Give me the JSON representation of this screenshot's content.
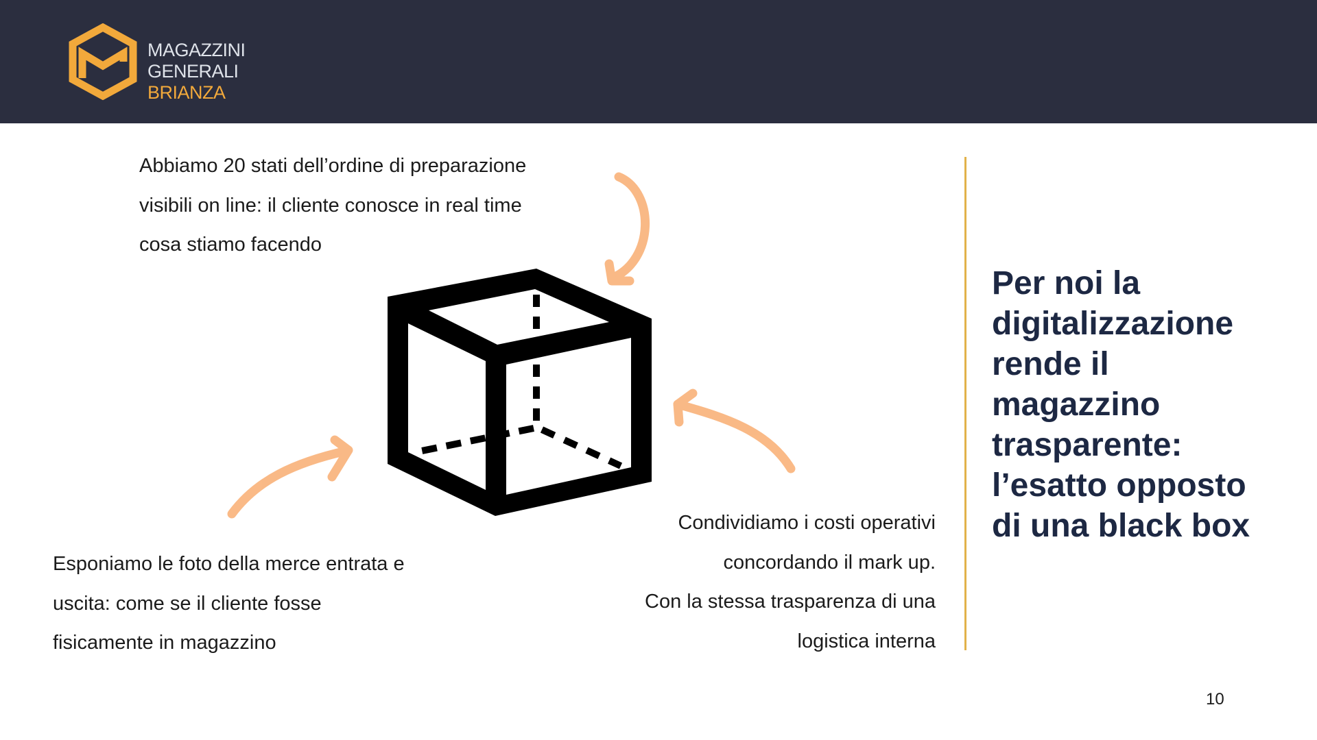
{
  "logo": {
    "line1": "MAGAZZINI",
    "line2": "GENERALI",
    "line3": "BRIANZA"
  },
  "callouts": {
    "top": [
      "Abbiamo 20 stati dell’ordine di preparazione",
      "visibili on line: il cliente conosce in real time",
      "cosa stiamo facendo"
    ],
    "bottom_left": [
      "Esponiamo le foto della merce entrata e",
      "uscita: come se il cliente fosse",
      "fisicamente in magazzino"
    ],
    "bottom_right": [
      "Condividiamo i costi operativi",
      "concordando il mark up.",
      "Con la stessa trasparenza di una",
      "logistica interna"
    ]
  },
  "heading": [
    "Per noi la",
    "digitalizzazione",
    "rende il",
    "magazzino",
    "trasparente:",
    "l’esatto opposto",
    "di una black box"
  ],
  "page_number": "10",
  "colors": {
    "header_bg": "#2b2e3f",
    "brand_gold": "#f2a93b",
    "arrow": "#f9b27a",
    "divider": "#e2b24a",
    "heading": "#1d2843"
  }
}
